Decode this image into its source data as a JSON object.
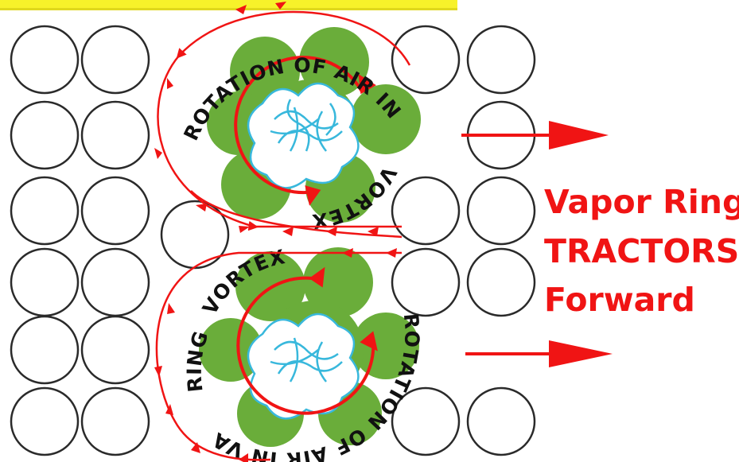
{
  "colors": {
    "banner": "#f7f22a",
    "molecule_outline": "#2a2a2a",
    "vapor_green": "#6aad3a",
    "vapor_core": "#38b8dc",
    "flow_red": "#f01414",
    "caption": "#f01414"
  },
  "vortex_top": {
    "label_rotation": "ROTATION OF AIR IN VAPOR RING",
    "label_vortex": "VORTEX"
  },
  "vortex_bottom": {
    "label_rotation": "ROTATION OF AIR IN VAPOR RING",
    "label_vortex": "VORTEX"
  },
  "caption": {
    "line1": "Vapor Ring",
    "line2": "TRACTORS",
    "line3": "Forward"
  }
}
